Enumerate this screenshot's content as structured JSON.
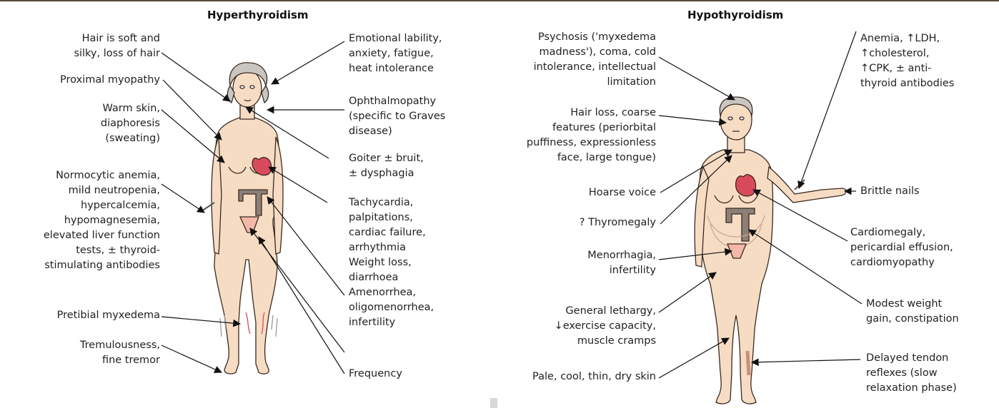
{
  "hyper": {
    "title": "Hyperthyroidism",
    "left": [
      "Hair is soft and\nsilky, loss of hair",
      "Proximal myopathy",
      "Warm skin,\ndiaphoresis\n(sweating)",
      "Normocytic anemia,\nmild neutropenia,\nhypercalcemia,\nhypomagnesemia,\nelevated liver function\ntests, ± thyroid-\nstimulating antibodies",
      "Pretibial myxedema",
      "Tremulousness,\nfine tremor"
    ],
    "right": [
      "Emotional lability,\nanxiety, fatigue,\nheat intolerance",
      "Ophthalmopathy\n(specific to Graves\ndisease)",
      "Goiter ± bruit,\n± dysphagia",
      "Tachycardia,\npalpitations,\ncardiac failure,\narrhythmia",
      "Weight loss,\ndiarrhoea",
      "Amenorrhea,\noligomenorrhea,\ninfertility",
      "Frequency"
    ]
  },
  "hypo": {
    "title": "Hypothyroidism",
    "left": [
      "Psychosis ('myxedema\nmadness'), coma, cold\nintolerance, intellectual\nlimitation",
      "Hair loss, coarse\nfeatures (periorbital\npuffiness, expressionless\nface, large tongue)",
      "Hoarse voice",
      "? Thyromegaly",
      "Menorrhagia,\ninfertility",
      "General lethargy,\n↓exercise capacity,\nmuscle cramps",
      "Pale, cool, thin, dry skin"
    ],
    "right": [
      "Anemia, ↑LDH,\n↑cholesterol,\n↑CPK, ± anti-\nthyroid antibodies",
      "Brittle nails",
      "Cardiomegaly,\npericardial effusion,\ncardiomyopathy",
      "Modest weight\ngain, constipation",
      "Delayed tendon\nreflexes (slow\nrelaxation phase)"
    ]
  },
  "colors": {
    "skin": "#f7dcc4",
    "skin_outline": "#3a2a20",
    "heart": "#d94b5c",
    "bowel": "#8c7f78",
    "hair": "#c9c6c2",
    "uterus": "#f2b8a8"
  }
}
